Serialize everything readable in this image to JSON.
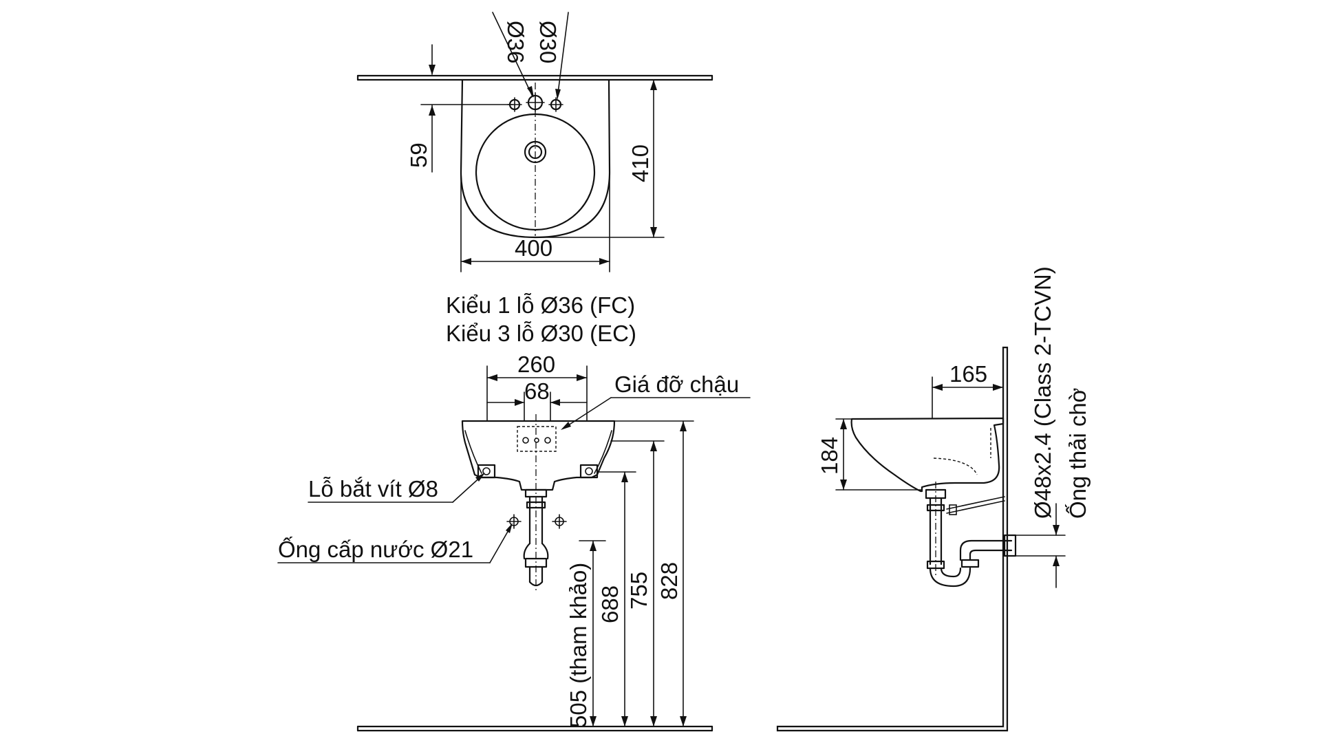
{
  "top_view": {
    "dim_hole_large": "Ø36",
    "dim_hole_small": "Ø30",
    "dim_59": "59",
    "dim_410": "410",
    "dim_400": "400"
  },
  "type_notes": {
    "line1": "Kiểu 1 lỗ Ø36 (FC)",
    "line2": "Kiểu 3 lỗ Ø30 (EC)"
  },
  "front_view": {
    "dim_260": "260",
    "dim_68": "68",
    "label_bracket": "Giá đỡ chậu",
    "label_screw_hole": "Lỗ bắt vít Ø8",
    "label_water_pipe": "Ống cấp nước Ø21",
    "dim_505": "505 (tham khảo)",
    "dim_688": "688",
    "dim_755": "755",
    "dim_828": "828"
  },
  "side_view": {
    "dim_165": "165",
    "dim_184": "184",
    "label_drain_spec": "Ø48x2.4 (Class 2-TCVN)",
    "label_drain_pipe": "Ống thải chờ"
  }
}
